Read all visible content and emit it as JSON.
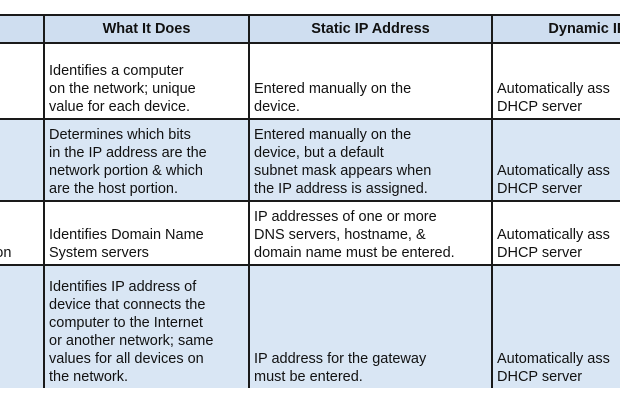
{
  "table": {
    "headers": [
      "",
      "What It Does",
      "Static IP Address",
      "Dynamic IP"
    ],
    "rows": [
      {
        "label": "",
        "does": [
          "Identifies a computer",
          "on the network; unique",
          "value for each device."
        ],
        "static": [
          "Entered manually on  the",
          "device."
        ],
        "dynamic": [
          "Automatically ass",
          "DHCP server"
        ]
      },
      {
        "label": "",
        "does": [
          "Determines which bits",
          "in the IP address are the",
          "network portion & which",
          "are the host portion."
        ],
        "static": [
          "Entered manually on the",
          "device, but a default",
          "subnet mask appears when",
          "the IP address is assigned."
        ],
        "dynamic": [
          "Automatically ass",
          "DHCP server"
        ]
      },
      {
        "label": "tion",
        "does": [
          "Identifies Domain Name",
          "System servers"
        ],
        "static": [
          "IP addresses of one or more",
          "DNS servers, hostname, &",
          "domain name must be entered."
        ],
        "dynamic": [
          "Automatically ass",
          "DHCP server"
        ]
      },
      {
        "label": "",
        "does": [
          "Identifies IP address of",
          "device that connects the",
          "computer to the Internet",
          "or another network; same",
          "values for all devices on",
          "the network."
        ],
        "static": [
          "IP address for the gateway",
          "must be entered."
        ],
        "dynamic": [
          "Automatically ass",
          "DHCP server"
        ]
      }
    ]
  }
}
